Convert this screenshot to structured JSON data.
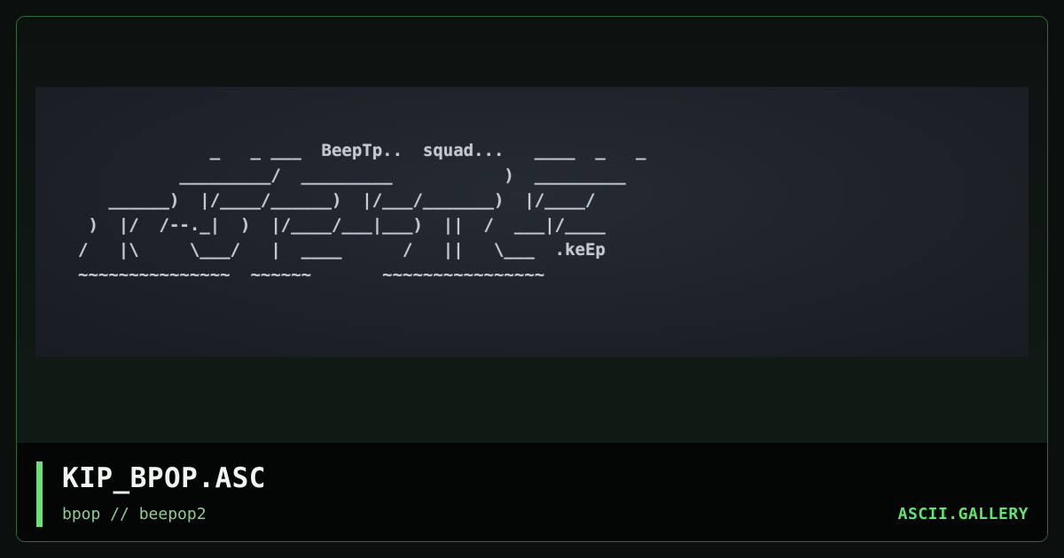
{
  "artwork": {
    "lines": [
      "             _   _ ___  BeepTp..  squad...   ____  _   _",
      "          _________/  _________           )  _________",
      "   ______)  |/____/______)  |/___/_______)  |/____/",
      " )  |/  /--._|  )  |/____/___|___)  ||  /  ___|/____",
      "/   |\\     \\___/   |  ____      /   ||   \\___  .keEp",
      "~~~~~~~~~~~~~~~  ~~~~~~       ~~~~~~~~~~~~~~~~"
    ]
  },
  "footer": {
    "title": "KIP_BPOP.ASC",
    "subtitle": "bpop // beepop2",
    "brand": "ASCII.GALLERY"
  },
  "colors": {
    "accent": "#5ee66e",
    "border": "#2f6b35",
    "art_text": "#c4c8d0"
  }
}
